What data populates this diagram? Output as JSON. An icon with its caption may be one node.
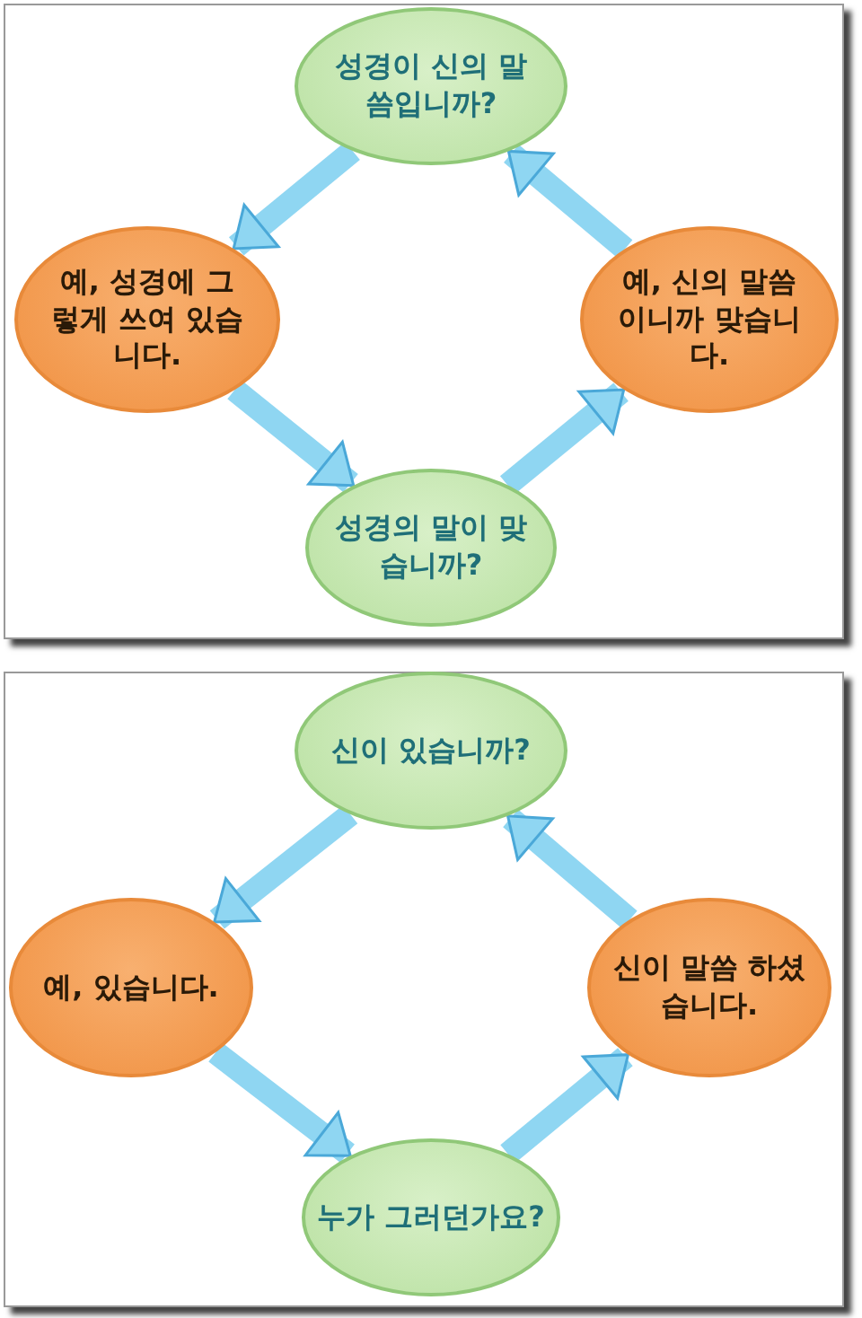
{
  "diagram": {
    "nodes": [
      {
        "text": [
          "성경이 신의 말씀입니까?"
        ]
      },
      {
        "text": [
          "예, 성경에 그렇게 쓰여 있습니다."
        ]
      },
      {
        "text": [
          "예, 신의 말씀이니까 맞습니다."
        ]
      },
      {
        "text": [
          "성경의 말이 맞습니까?"
        ]
      },
      {
        "text": [
          "신이 있습니까?"
        ]
      },
      {
        "text": [
          "예, 있습니다."
        ]
      },
      {
        "text": [
          "신이 말씀 하셨습니다."
        ]
      },
      {
        "text": [
          "누가 그러던가요?"
        ]
      }
    ],
    "edges": [
      {
        "from": 0,
        "to": 1,
        "arrow": "to"
      },
      {
        "from": 1,
        "to": 3,
        "arrow": "to"
      },
      {
        "from": 3,
        "to": 2,
        "arrow": "to"
      },
      {
        "from": 2,
        "to": 0,
        "arrow": "to"
      },
      {
        "from": 4,
        "to": 5,
        "arrow": "to"
      },
      {
        "from": 5,
        "to": 7,
        "arrow": "to"
      },
      {
        "from": 7,
        "to": 6,
        "arrow": "to"
      },
      {
        "from": 6,
        "to": 4,
        "arrow": "to"
      }
    ]
  }
}
